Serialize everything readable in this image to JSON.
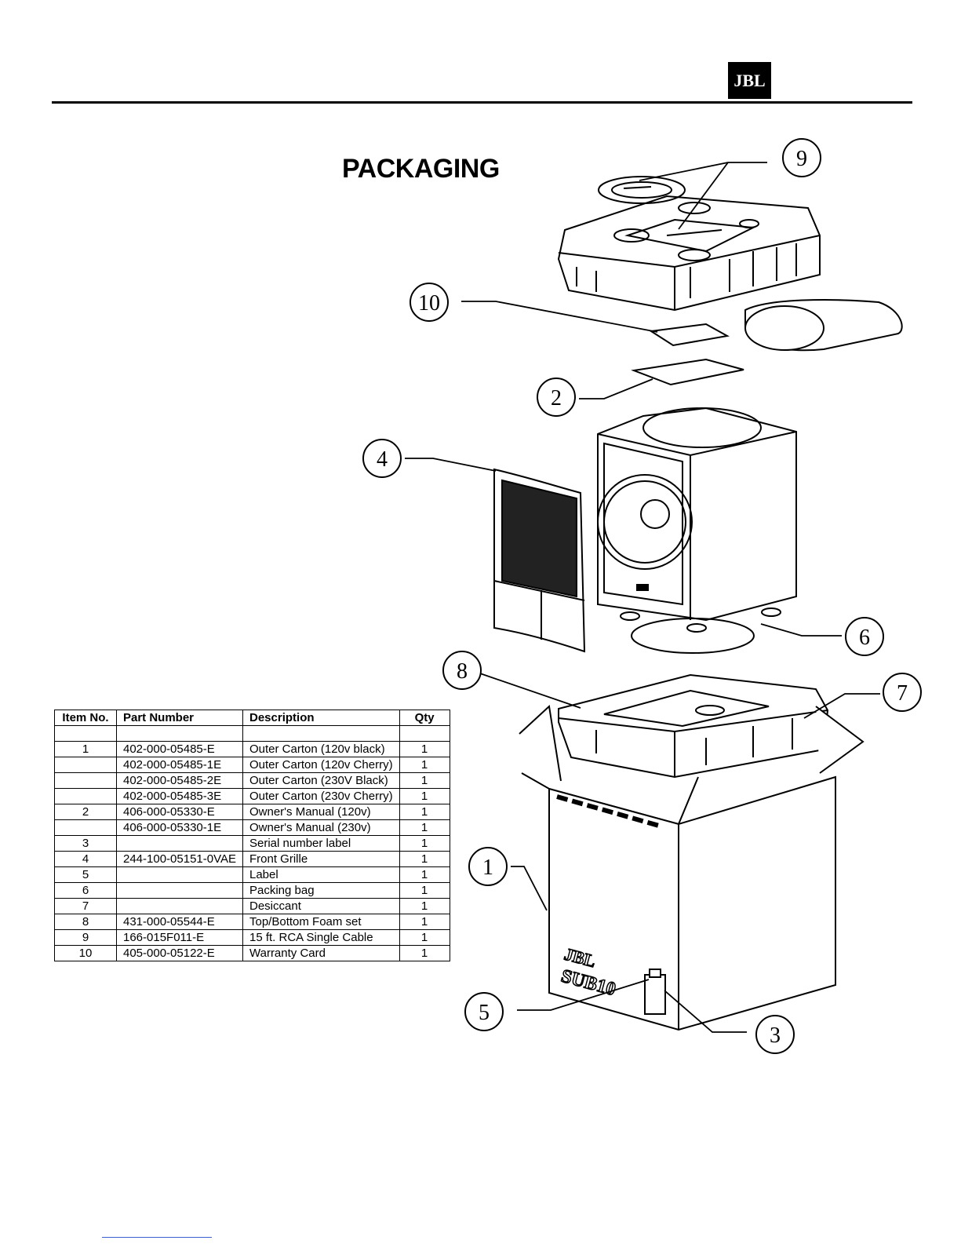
{
  "header": {
    "logo_text": "JBL"
  },
  "page_title": "PACKAGING",
  "parts_table": {
    "headers": [
      "Item No.",
      "Part Number",
      "Description",
      "Qty"
    ],
    "rows": [
      [
        "",
        "",
        "",
        ""
      ],
      [
        "1",
        "402-000-05485-E",
        "Outer Carton (120v black)",
        "1"
      ],
      [
        "",
        "402-000-05485-1E",
        "Outer Carton (120v Cherry)",
        "1"
      ],
      [
        "",
        "402-000-05485-2E",
        "Outer Carton (230V Black)",
        "1"
      ],
      [
        "",
        "402-000-05485-3E",
        "Outer Carton (230v Cherry)",
        "1"
      ],
      [
        "2",
        "406-000-05330-E",
        "Owner's Manual (120v)",
        "1"
      ],
      [
        "",
        "406-000-05330-1E",
        "Owner's Manual (230v)",
        "1"
      ],
      [
        "3",
        "",
        "Serial number label",
        "1"
      ],
      [
        "4",
        "244-100-05151-0VAE",
        "Front Grille",
        "1"
      ],
      [
        "5",
        "",
        "Label",
        "1"
      ],
      [
        "6",
        "",
        "Packing bag",
        "1"
      ],
      [
        "7",
        "",
        "Desiccant",
        "1"
      ],
      [
        "8",
        "431-000-05544-E",
        "Top/Bottom Foam set",
        "1"
      ],
      [
        "9",
        "166-015F011-E",
        "15 ft. RCA Single Cable",
        "1"
      ],
      [
        "10",
        "405-000-05122-E",
        "Warranty Card",
        "1"
      ]
    ]
  },
  "callouts": [
    "9",
    "10",
    "2",
    "4",
    "6",
    "8",
    "7",
    "1",
    "5",
    "3"
  ],
  "box_text": {
    "brand": "JBL",
    "model": "SUB10"
  }
}
